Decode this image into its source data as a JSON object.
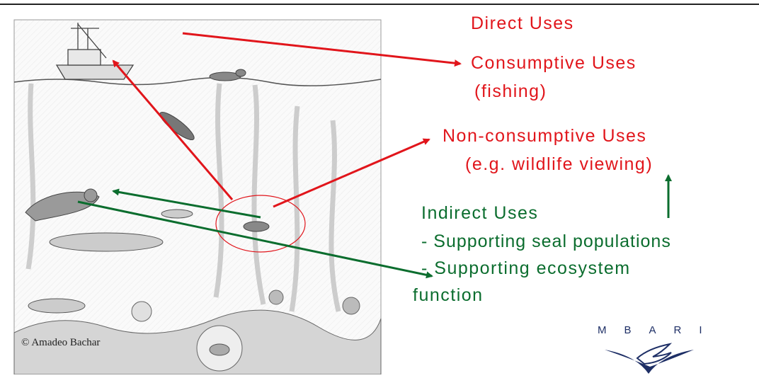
{
  "labels": {
    "direct_uses": "Direct Uses",
    "consumptive_uses": "Consumptive Uses",
    "consumptive_example": "(fishing)",
    "nonconsumptive_uses": "Non-consumptive Uses",
    "nonconsumptive_example": "(e.g. wildlife viewing)",
    "indirect_uses": "Indirect Uses",
    "indirect_item_1": "- Supporting seal populations",
    "indirect_item_2": "- Supporting ecosystem",
    "indirect_item_3": "function"
  },
  "illustration": {
    "credit": "© Amadeo Bachar"
  },
  "logo": {
    "letters": "MBARI"
  },
  "colors": {
    "red": "#e1151b",
    "green": "#0b6d2e",
    "logo_blue": "#1e2f66"
  }
}
